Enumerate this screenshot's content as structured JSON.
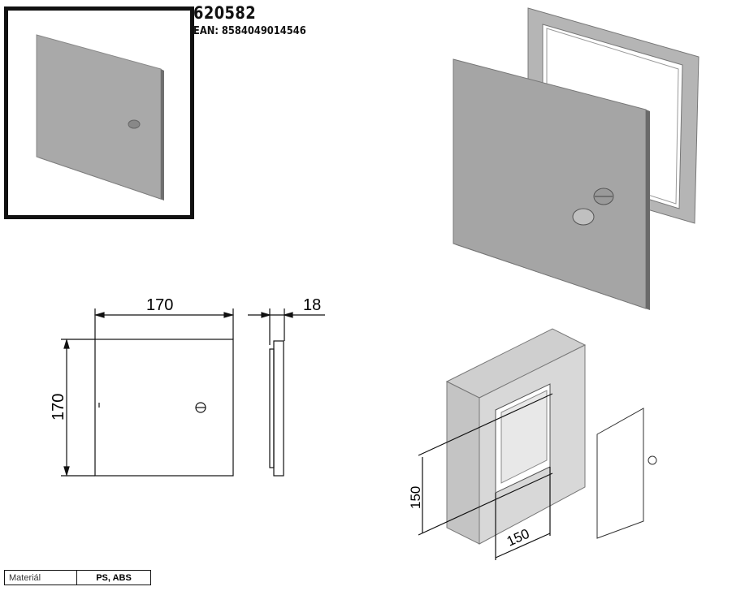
{
  "product": {
    "code": "620582",
    "ean": "EAN: 8584049014546"
  },
  "dimensions": {
    "width": "170",
    "height": "170",
    "depth": "18",
    "opening_height": "150",
    "opening_width": "150"
  },
  "spec_table": {
    "label": "Materiál",
    "value": "PS, ABS"
  }
}
